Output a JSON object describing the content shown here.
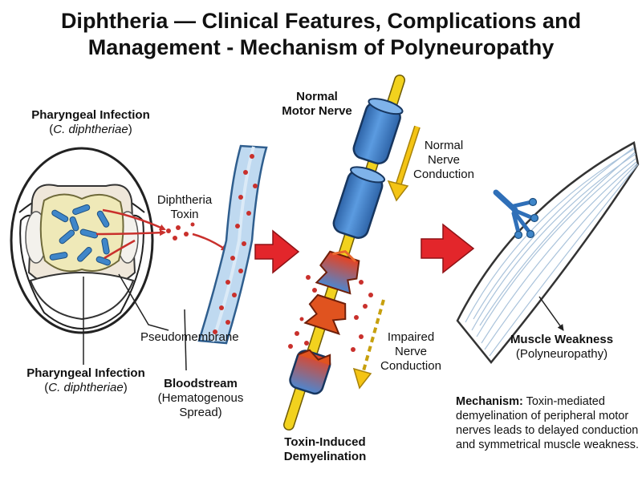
{
  "title": {
    "line1": "Diphtheria — Clinical Features, Complications and",
    "line2": "Management - Mechanism of Polyneuropathy"
  },
  "labels": {
    "pharyngeal_top": {
      "heading": "Pharyngeal Infection",
      "paren_open": "(",
      "organism": "C. diphtheriae",
      "paren_close": ")"
    },
    "pharyngeal_bottom": {
      "heading": "Pharyngeal Infection",
      "paren_open": "(",
      "organism": "C. diphtheriae",
      "paren_close": ")"
    },
    "toxin": [
      "Diphtheria",
      "Toxin"
    ],
    "pseudomembrane": "Pseudomembrane",
    "bloodstream": {
      "heading": "Bloodstream",
      "sub": [
        "(Hematogenous",
        "Spread)"
      ]
    },
    "normal_nerve": [
      "Normal",
      "Motor Nerve"
    ],
    "normal_conduction": [
      "Normal",
      "Nerve",
      "Conduction"
    ],
    "impaired_conduction": [
      "Impaired",
      "Nerve",
      "Conduction"
    ],
    "demyelination": [
      "Toxin-Induced",
      "Demyelination"
    ],
    "muscle": {
      "heading": "Muscle Weakness",
      "sub": "(Polyneuropathy)"
    },
    "mechanism": {
      "heading": "Mechanism:",
      "text": "Toxin-mediated demyelination of peripheral motor nerves leads to delayed conduction and symmetrical muscle weakness."
    }
  },
  "colors": {
    "membrane": "#efe9b8",
    "bacteria": "#3f86c9",
    "toxin_red": "#c9302c",
    "vessel": "#bfd9f0",
    "myelin": "#3f7fc7",
    "axon": "#f2d21e",
    "damage": "#e0531f",
    "big_arrow": "#e3262b",
    "conduction_arrow": "#f4c414"
  }
}
